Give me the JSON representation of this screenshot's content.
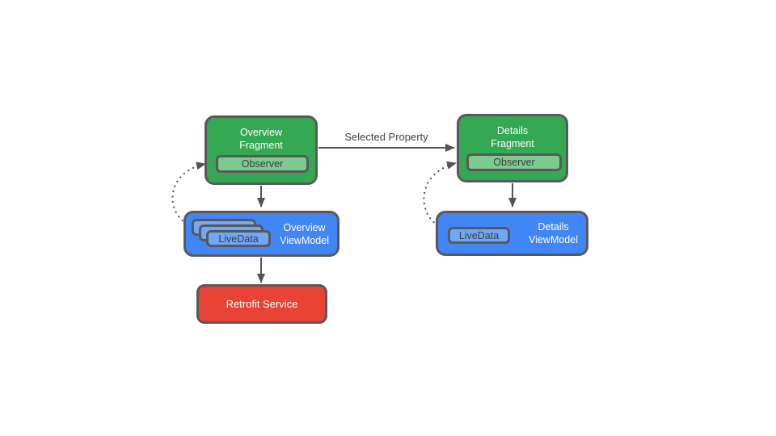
{
  "diagram": {
    "title": "LiveData / ViewModel architecture diagram",
    "colors": {
      "fragment_fill": "#34A853",
      "observer_fill": "#7CCB8E",
      "viewmodel_fill": "#4285F4",
      "livedata_fill": "#6FA8F7",
      "service_fill": "#E94335",
      "border": "#595959",
      "arrow": "#545454",
      "text_on_color": "#FFFFFF",
      "text_dark": "#3D3D3D",
      "background": "#FFFFFF"
    },
    "nodes": {
      "overview_fragment": {
        "line1": "Overview",
        "line2": "Fragment",
        "observer": "Observer"
      },
      "details_fragment": {
        "line1": "Details",
        "line2": "Fragment",
        "observer": "Observer"
      },
      "overview_viewmodel": {
        "line1": "Overview",
        "line2": "ViewModel",
        "livedata": "LiveData",
        "livedata_stack_count": 3
      },
      "details_viewmodel": {
        "line1": "Details",
        "line2": "ViewModel",
        "livedata": "LiveData",
        "livedata_stack_count": 1
      },
      "retrofit_service": {
        "label": "Retrofit Service"
      }
    },
    "edges": {
      "selected_property_label": "Selected Property",
      "solid_arrows": [
        "overview_fragment -> details_fragment (Selected Property)",
        "overview_fragment -> overview_viewmodel",
        "overview_viewmodel -> retrofit_service",
        "details_fragment -> details_viewmodel"
      ],
      "dotted_arrows": [
        "overview_viewmodel -> overview_fragment.observer",
        "details_viewmodel -> details_fragment.observer"
      ]
    }
  }
}
